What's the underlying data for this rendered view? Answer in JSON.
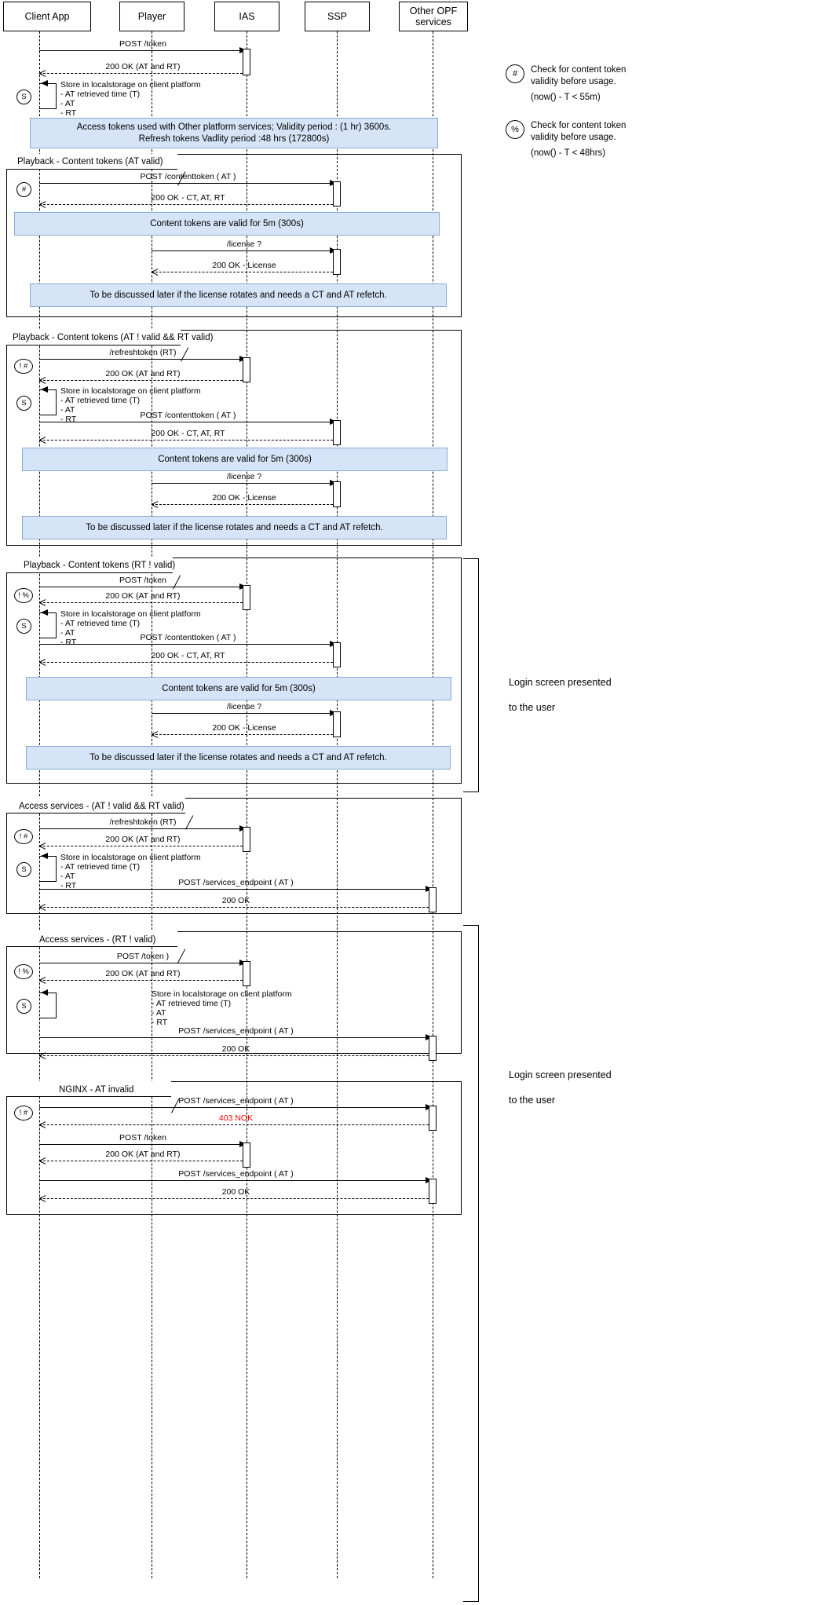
{
  "diagram": {
    "title": "Token lifecycle sequence diagram",
    "type": "uml-sequence",
    "note_fill": "#d5e4f7",
    "note_border": "#8aabd4",
    "error_color": "#ff0000"
  },
  "actors": [
    {
      "id": "client",
      "label": "Client App"
    },
    {
      "id": "player",
      "label": "Player"
    },
    {
      "id": "ias",
      "label": "IAS"
    },
    {
      "id": "ssp",
      "label": "SSP"
    },
    {
      "id": "opf",
      "label": "Other OPF\nservices"
    }
  ],
  "actor_labels": {
    "client": "Client App",
    "player": "Player",
    "ias": "IAS",
    "ssp": "SSP",
    "opf_line1": "Other OPF",
    "opf_line2": "services"
  },
  "legend": [
    {
      "symbol": "#",
      "text": "Check for content token\nvalidity before usage.",
      "condition": "(now() - T < 55m)"
    },
    {
      "symbol": "%",
      "text": "Check for content token\nvalidity before usage.",
      "condition": "(now() - T <  48hrs)"
    }
  ],
  "markers": {
    "store": "S",
    "hash": "#",
    "not_hash": "! #",
    "not_percent": "! %"
  },
  "store_note": {
    "title": "Store in localstorage on client platform",
    "lines": [
      "- AT retrieved time (T)",
      "- AT",
      "- RT"
    ]
  },
  "messages": {
    "post_token": "POST /token",
    "post_token_paren": "POST /token )",
    "ok_at_rt": "200 OK (AT and RT)",
    "post_contenttoken": "POST /contenttoken ( AT )",
    "ok_ct_at_rt": "200 OK - CT, AT, RT",
    "license_req": "/license ?",
    "ok_license": "200 OK - License",
    "refreshtoken": "/refreshtoken (RT)",
    "post_services": "POST /services_endpoint ( AT )",
    "ok": "200 OK",
    "nok_403": "403 NOK"
  },
  "notes": {
    "access_tokens_line1": "Access tokens used with Other platform services; Validity period : (1 hr) 3600s.",
    "access_tokens_line2": "Refresh tokens Vadlity period :48 hrs (172800s)",
    "content_tokens_valid": "Content tokens are valid for 5m (300s)",
    "to_be_discussed": "To be discussed later if the license rotates and needs a CT and AT refetch."
  },
  "fragments": [
    {
      "id": "pb1",
      "label": "Playback - Content tokens (AT valid)"
    },
    {
      "id": "pb2",
      "label": "Playback - Content tokens (AT ! valid && RT valid)"
    },
    {
      "id": "pb3",
      "label": "Playback - Content tokens (RT ! valid)"
    },
    {
      "id": "as1",
      "label": "Access services - (AT ! valid && RT valid)"
    },
    {
      "id": "as2",
      "label": "Access services - (RT ! valid)"
    },
    {
      "id": "nginx",
      "label": "NGINX - AT invalid"
    }
  ],
  "fragment_labels": {
    "pb1": "Playback - Content tokens (AT valid)",
    "pb2": "Playback - Content tokens (AT ! valid && RT valid)",
    "pb3": "Playback - Content tokens (RT ! valid)",
    "as1": "Access services - (AT ! valid && RT valid)",
    "as2": "Access services - (RT ! valid)",
    "nginx": "NGINX - AT invalid"
  },
  "brackets": [
    {
      "id": "bracket-top",
      "caption": "Login screen presented\nto the user"
    },
    {
      "id": "bracket-bottom",
      "caption": "Login screen presented\nto the user"
    }
  ],
  "bracket_captions": {
    "top_line1": "Login screen presented",
    "top_line2": "to the user",
    "bottom_line1": "Login screen presented",
    "bottom_line2": "to the user"
  }
}
